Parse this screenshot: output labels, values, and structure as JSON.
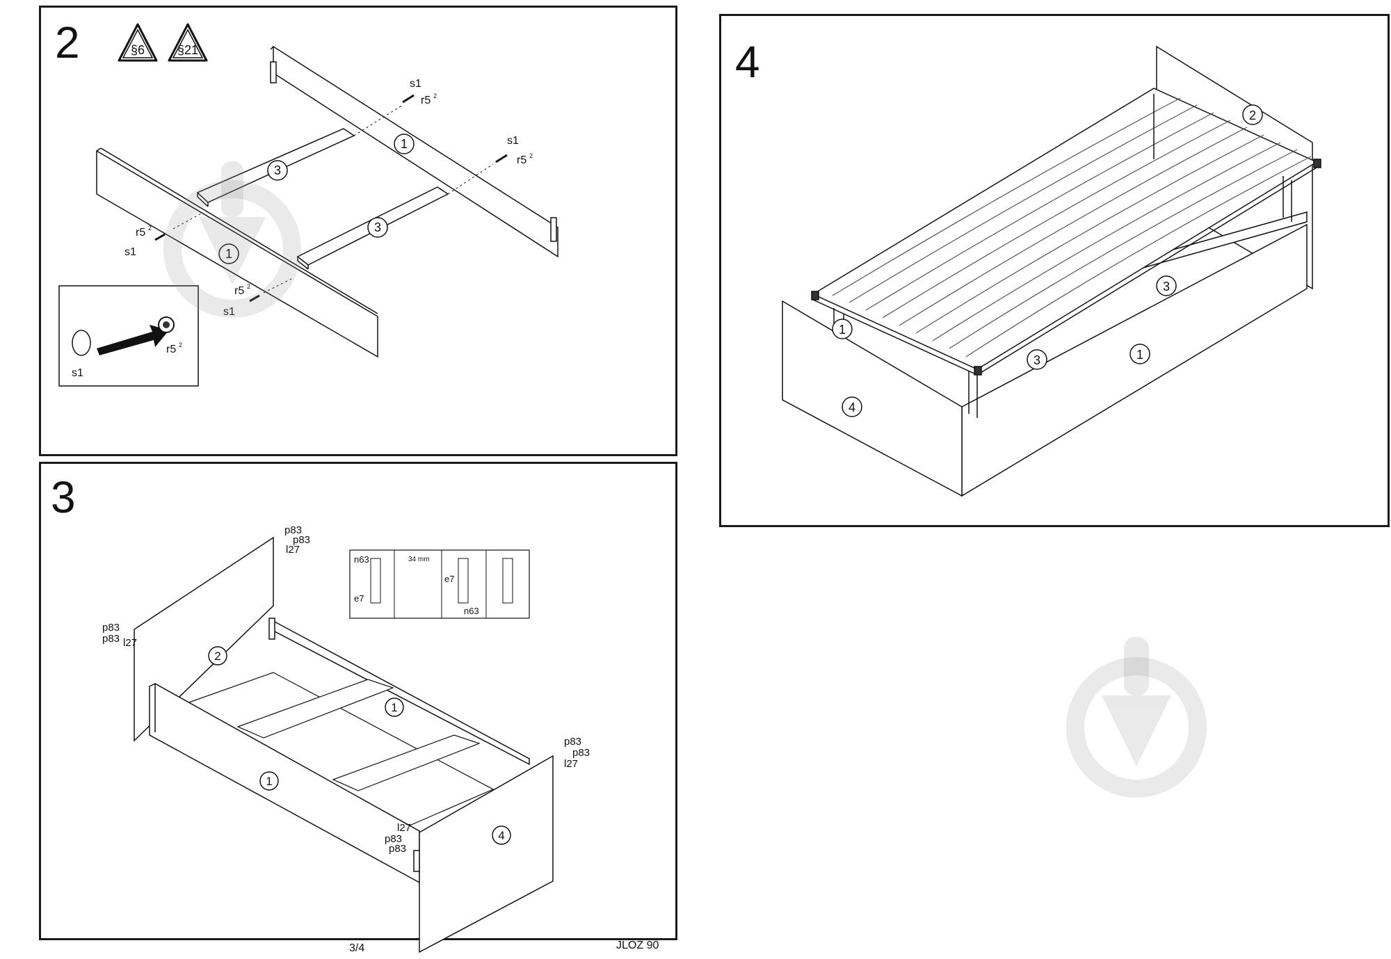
{
  "steps": {
    "s2": {
      "number": "2",
      "badges": [
        "§6",
        "§21"
      ],
      "labels": {
        "s1_a": "s1",
        "r5_a": "r5",
        "sup_a": "2",
        "s1_b": "s1",
        "r5_b": "r5",
        "sup_b": "2",
        "r5_c": "r5",
        "sup_c": "2",
        "s1_c": "s1",
        "r5_d": "r5",
        "sup_d": "2",
        "s1_d": "s1",
        "part_side_back": "1",
        "part_side_front": "1",
        "part_slat_a": "3",
        "part_slat_b": "3"
      },
      "detail": {
        "left": "s1",
        "right": "r5",
        "sup": "2"
      }
    },
    "s3": {
      "number": "3",
      "labels": {
        "p83_1": "p83",
        "p83_2": "p83",
        "l27_1": "l27",
        "p83_3": "p83",
        "p83_4": "p83",
        "l27_2": "l27",
        "p83_5": "p83",
        "p83_6": "p83",
        "l27_3": "l27",
        "l27_4": "l27",
        "p83_7": "p83",
        "p83_8": "p83",
        "part_head": "2",
        "part_side_back": "1",
        "part_side_front": "1",
        "part_foot": "4"
      },
      "detail": {
        "n63_a": "n63",
        "e7_a": "e7",
        "mm": "34 mm",
        "e7_b": "e7",
        "n63_b": "n63"
      }
    },
    "s4": {
      "number": "4",
      "labels": {
        "part_head": "2",
        "part_side_back": "1",
        "part_side_front": "1",
        "part_slat_a": "3",
        "part_slat_b": "3",
        "part_foot": "4"
      }
    }
  },
  "footer": {
    "page": "3/4",
    "model": "JLOZ 90"
  }
}
